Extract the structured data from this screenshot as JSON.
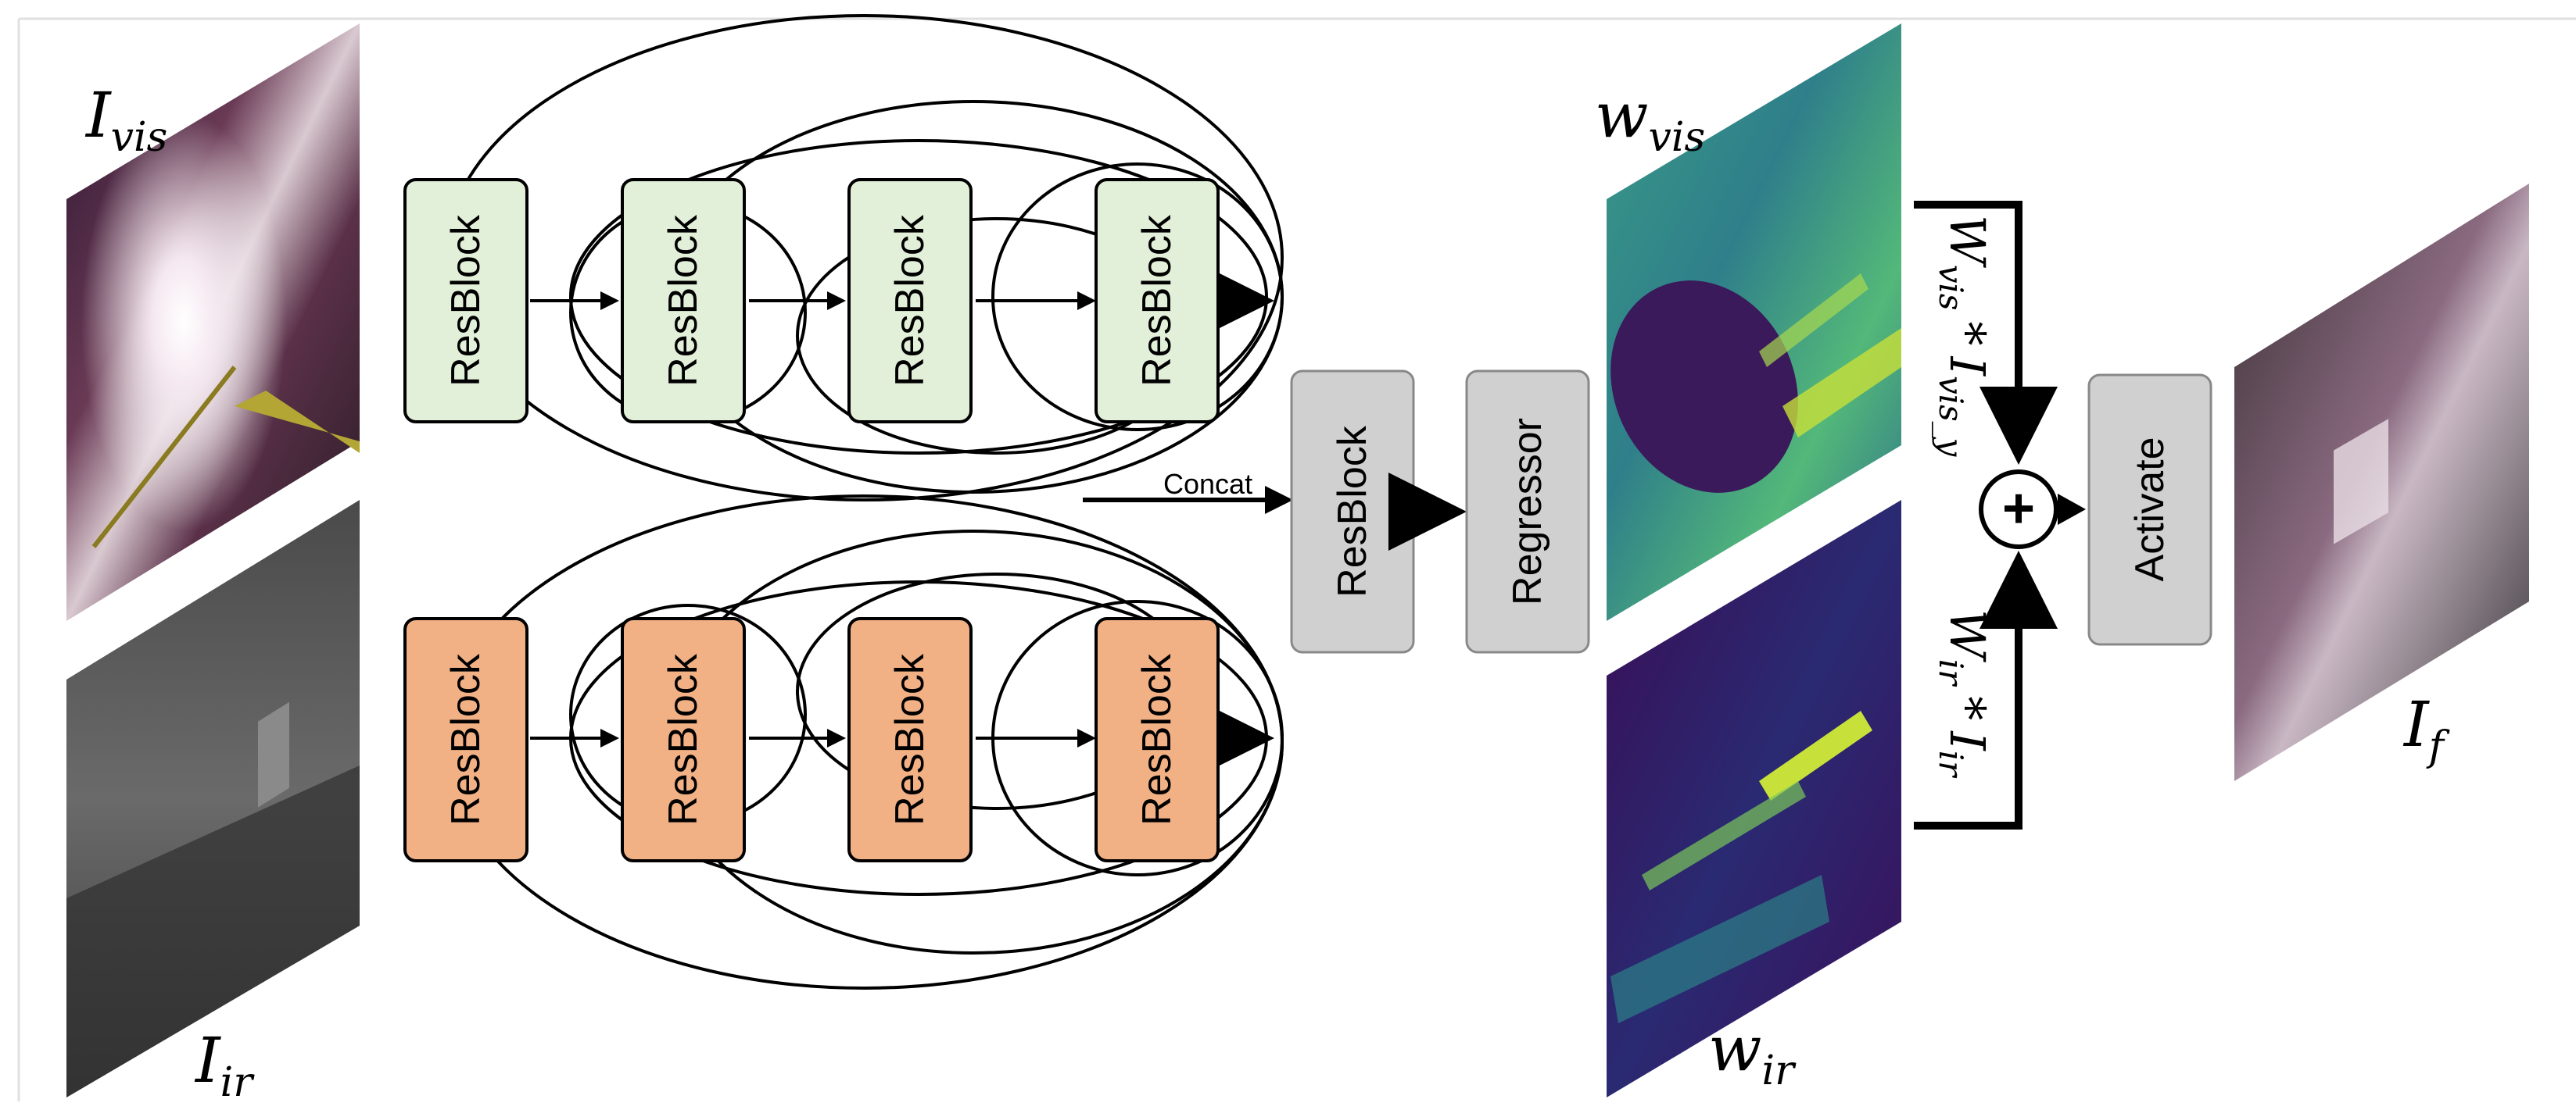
{
  "images": {
    "vis": {
      "label": "I",
      "sub": "vis"
    },
    "ir": {
      "label": "I",
      "sub": "ir"
    },
    "wvis": {
      "label": "w",
      "sub": "vis"
    },
    "wir": {
      "label": "w",
      "sub": "ir"
    },
    "fused": {
      "label": "I",
      "sub": "f"
    }
  },
  "encoders": {
    "top": {
      "blocks": [
        "ResBlock",
        "ResBlock",
        "ResBlock",
        "ResBlock"
      ],
      "color": "#e3f0d9"
    },
    "bottom": {
      "blocks": [
        "ResBlock",
        "ResBlock",
        "ResBlock",
        "ResBlock"
      ],
      "color": "#f2b085"
    }
  },
  "concat_label": "Concat",
  "fusion": {
    "resblock": "ResBlock",
    "regressor": "Regressor",
    "activate": "Activate",
    "color": "#d0d0d0"
  },
  "products": {
    "vis": {
      "w": "W",
      "wsub": "vis",
      "star": "*",
      "i": "I",
      "isub": "vis_y"
    },
    "ir": {
      "w": "W",
      "wsub": "ir",
      "star": "*",
      "i": "I",
      "isub": "ir"
    }
  },
  "sum_symbol": "+",
  "colors": {
    "heatmap_low": "#3a0c55",
    "heatmap_mid": "#2c8f8a",
    "heatmap_high": "#c8e03a"
  }
}
